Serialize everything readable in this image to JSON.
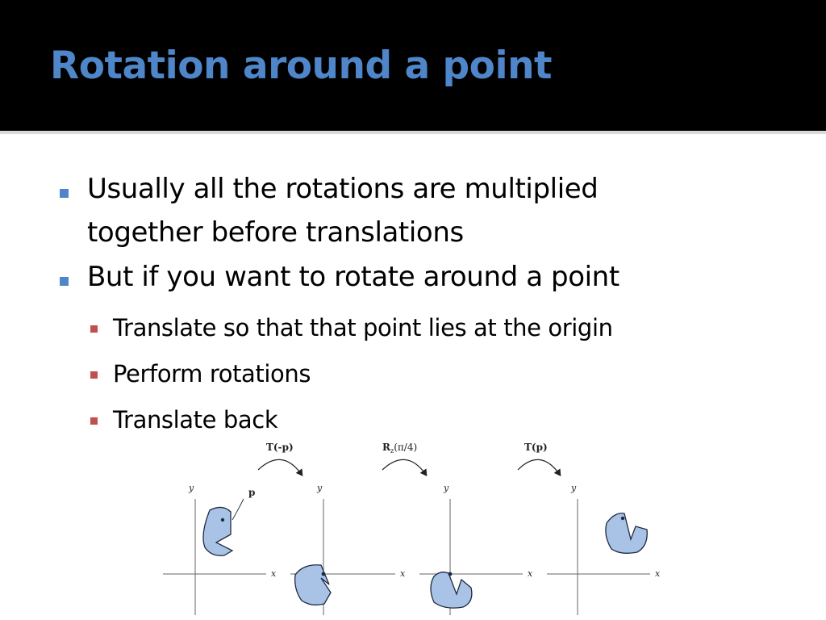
{
  "slide": {
    "title": "Rotation around a point",
    "bullets": [
      {
        "text_lines": [
          "Usually all the rotations are multiplied",
          "together before translations"
        ]
      },
      {
        "text_lines": [
          "But if you want to rotate around a point"
        ]
      }
    ],
    "sub_bullets": [
      "Translate so that that point lies at the origin",
      "Perform rotations",
      "Translate back"
    ]
  },
  "diagram": {
    "transform_labels": [
      "T(-p)",
      "R",
      "(π/4)",
      "T(p)"
    ],
    "rz_subscript": "z",
    "point_label": "p",
    "axis_x_label": "x",
    "axis_y_label": "y",
    "shape_fill": "#a9c3e6",
    "shape_stroke": "#1e2a40"
  },
  "colors": {
    "title": "#4f86c9",
    "bullet": "#4f86c9",
    "sub_bullet": "#c0504d",
    "header_background": "#000000",
    "body_background": "#ffffff"
  }
}
